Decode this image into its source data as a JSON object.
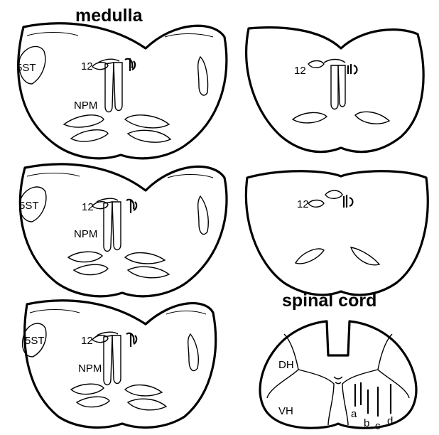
{
  "titles": {
    "medulla": "medulla",
    "spinal_cord": "spinal cord"
  },
  "labels": {
    "trigeminal": "5ST",
    "hypoglossal": "12",
    "nucleus_paramedianus": "NPM",
    "dorsal_horn": "DH",
    "ventral_horn": "VH",
    "tracks": [
      "a",
      "b",
      "c",
      "d"
    ]
  }
}
